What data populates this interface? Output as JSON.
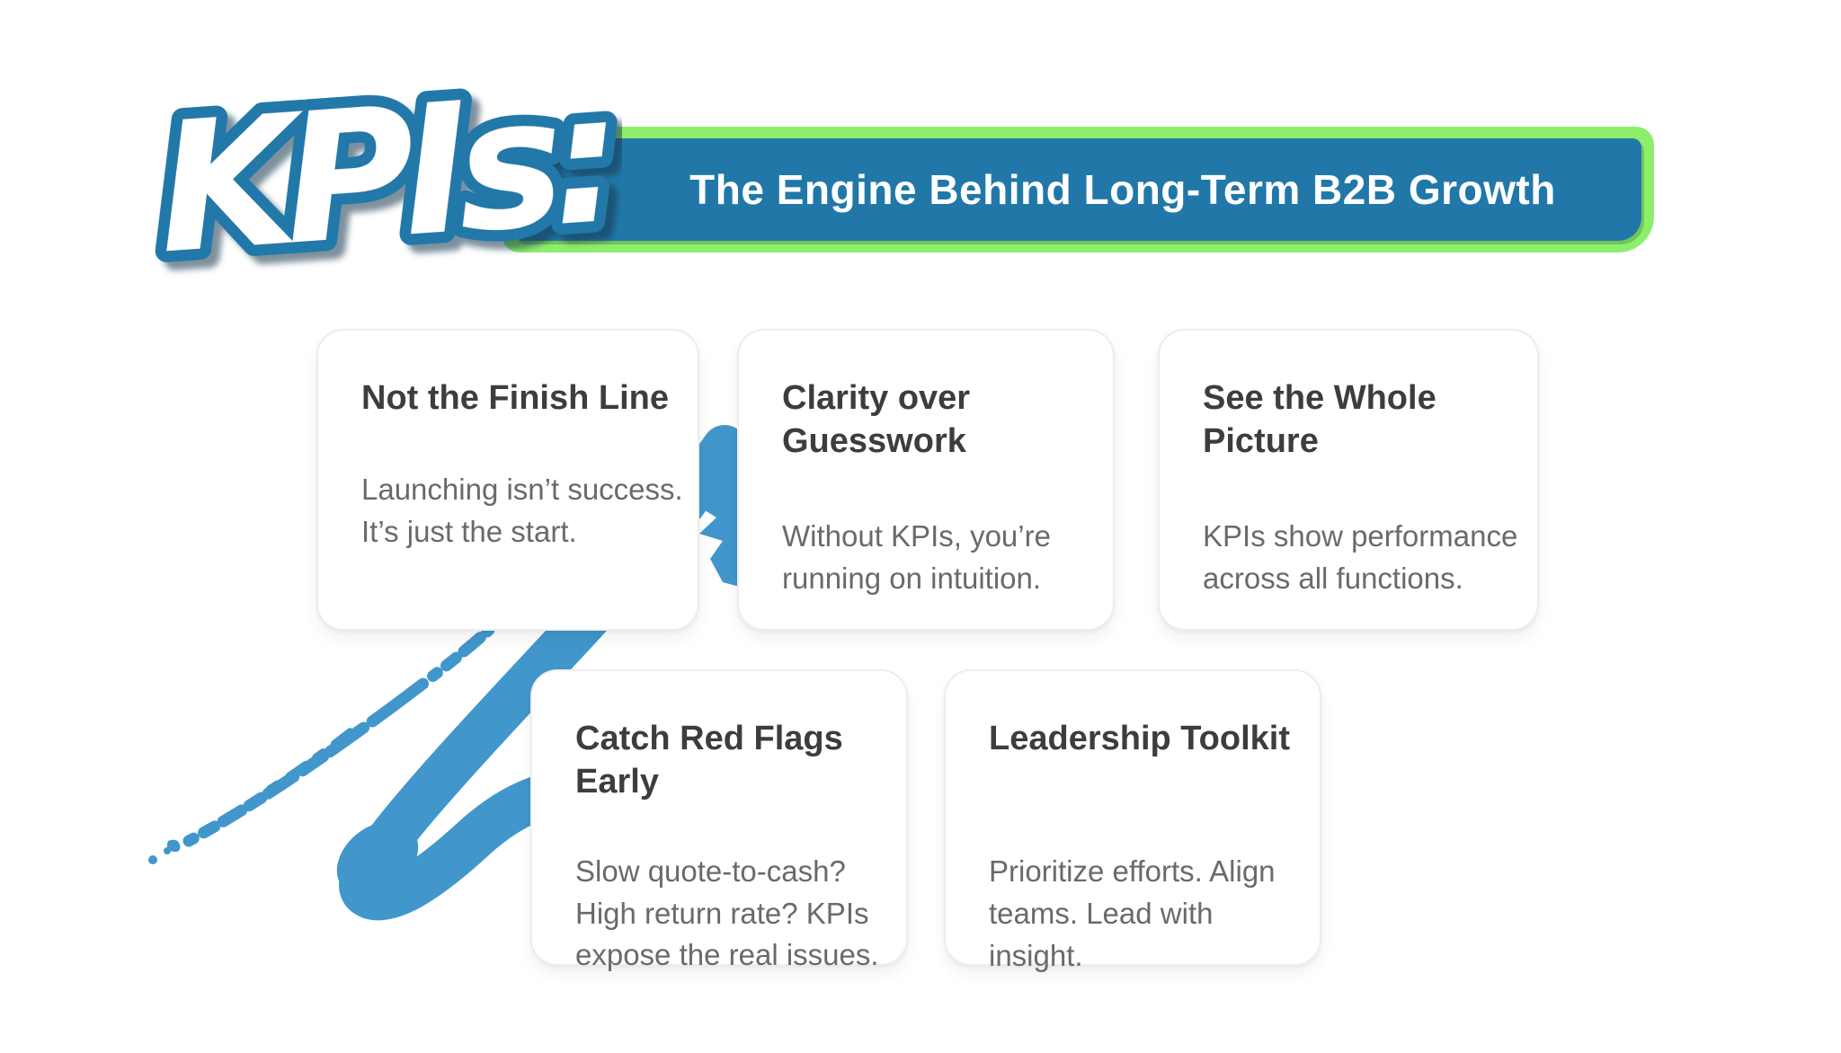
{
  "logo": {
    "text": "KPIs:"
  },
  "banner": {
    "title": "The Engine Behind Long-Term B2B Growth"
  },
  "cards": [
    {
      "title_lines": [
        "Not the Finish Line"
      ],
      "body_lines": [
        "Launching isn’t success.",
        "It’s just the start."
      ]
    },
    {
      "title_lines": [
        "Clarity over",
        "Guesswork"
      ],
      "body_lines": [
        "Without KPIs, you’re",
        "running on intuition."
      ]
    },
    {
      "title_lines": [
        "See the Whole",
        "Picture"
      ],
      "body_lines": [
        "KPIs show performance",
        "across all functions."
      ]
    },
    {
      "title_lines": [
        "Catch Red Flags",
        "Early"
      ],
      "body_lines": [
        "Slow quote-to-cash?",
        "High return rate? KPIs",
        "expose the real issues."
      ]
    },
    {
      "title_lines": [
        "Leadership Toolkit"
      ],
      "body_lines": [
        "Prioritize efforts. Align",
        "teams. Lead with",
        "insight."
      ]
    }
  ],
  "colors": {
    "accent-blue": "#2178A8",
    "border-green": "#8DEE6B",
    "brush-blue": "#4197CB",
    "heading-gray": "#3d3d3d",
    "body-gray": "#6a6a6a",
    "card-border": "#ededed"
  }
}
